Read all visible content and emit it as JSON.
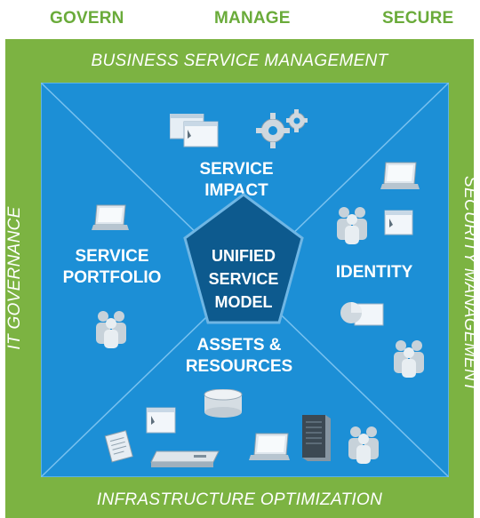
{
  "header": {
    "govern": "GOVERN",
    "manage": "MANAGE",
    "secure": "SECURE"
  },
  "frame": {
    "top": "BUSINESS SERVICE MANAGEMENT",
    "bottom": "INFRASTRUCTURE OPTIMIZATION",
    "left": "IT GOVERNANCE",
    "right": "SECURITY MANAGEMENT"
  },
  "quadrants": {
    "top": [
      "SERVICE",
      "IMPACT"
    ],
    "left": [
      "SERVICE",
      "PORTFOLIO"
    ],
    "right": [
      "IDENTITY"
    ],
    "bottom": [
      "ASSETS &",
      "RESOURCES"
    ]
  },
  "center": [
    "UNIFIED",
    "SERVICE",
    "MODEL"
  ],
  "colors": {
    "green_frame": "#7cb342",
    "green_header_text": "#6aab3a",
    "blue_square": "#1c8fd6",
    "dark_blue_center": "#0d5a8e"
  },
  "icons": [
    "window-icon",
    "gear-icon",
    "laptop-icon",
    "people-icon",
    "pie-chart-icon",
    "database-icon",
    "document-icon",
    "server-icon"
  ]
}
